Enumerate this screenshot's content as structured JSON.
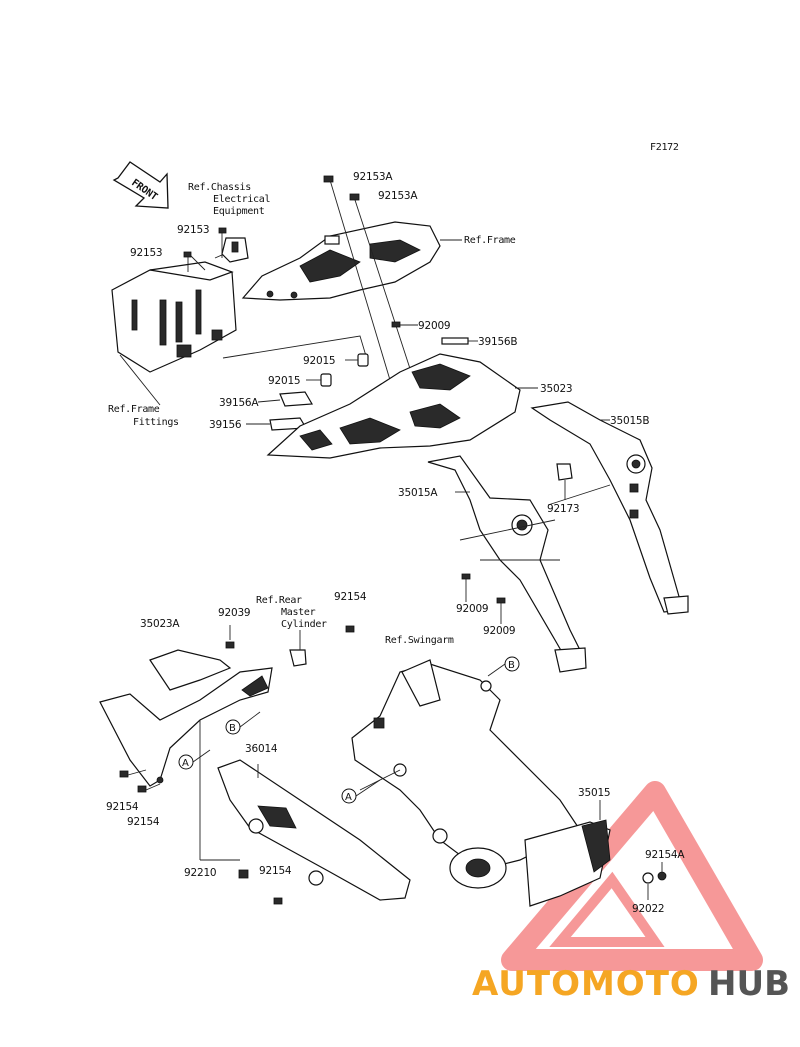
{
  "figure_code": "F2172",
  "front_label": "FRONT",
  "parts": [
    {
      "id": "p1",
      "text": "92153A"
    },
    {
      "id": "p2",
      "text": "92153A"
    },
    {
      "id": "p3",
      "text": "92153"
    },
    {
      "id": "p4",
      "text": "92153"
    },
    {
      "id": "p5",
      "text": "92009"
    },
    {
      "id": "p6",
      "text": "39156B"
    },
    {
      "id": "p7",
      "text": "92015"
    },
    {
      "id": "p8",
      "text": "92015"
    },
    {
      "id": "p9",
      "text": "35023"
    },
    {
      "id": "p10",
      "text": "39156A"
    },
    {
      "id": "p11",
      "text": "39156"
    },
    {
      "id": "p12",
      "text": "35015B"
    },
    {
      "id": "p13",
      "text": "35015A"
    },
    {
      "id": "p14",
      "text": "92173"
    },
    {
      "id": "p15",
      "text": "92009"
    },
    {
      "id": "p16",
      "text": "92009"
    },
    {
      "id": "p17",
      "text": "35023A"
    },
    {
      "id": "p18",
      "text": "92039"
    },
    {
      "id": "p19",
      "text": "92154"
    },
    {
      "id": "p20",
      "text": "36014"
    },
    {
      "id": "p21",
      "text": "92154"
    },
    {
      "id": "p22",
      "text": "92154"
    },
    {
      "id": "p23",
      "text": "92210"
    },
    {
      "id": "p24",
      "text": "92154"
    },
    {
      "id": "p25",
      "text": "35015"
    },
    {
      "id": "p26",
      "text": "92154A"
    },
    {
      "id": "p27",
      "text": "92022"
    }
  ],
  "references": {
    "chassis_1": "Ref.Chassis",
    "chassis_2": "Electrical",
    "chassis_3": "Equipment",
    "frame": "Ref.Frame",
    "fittings_1": "Ref.Frame",
    "fittings_2": "Fittings",
    "rear_1": "Ref.Rear",
    "rear_2": "Master",
    "rear_3": "Cylinder",
    "swingarm": "Ref.Swingarm"
  },
  "callouts": {
    "a": "A",
    "b": "B"
  },
  "watermark": {
    "part1": "AUTOMOTO",
    "part2": "HUB",
    "color1": "#f5a623",
    "color2": "#555555",
    "triangle_color": "#ef4444"
  }
}
